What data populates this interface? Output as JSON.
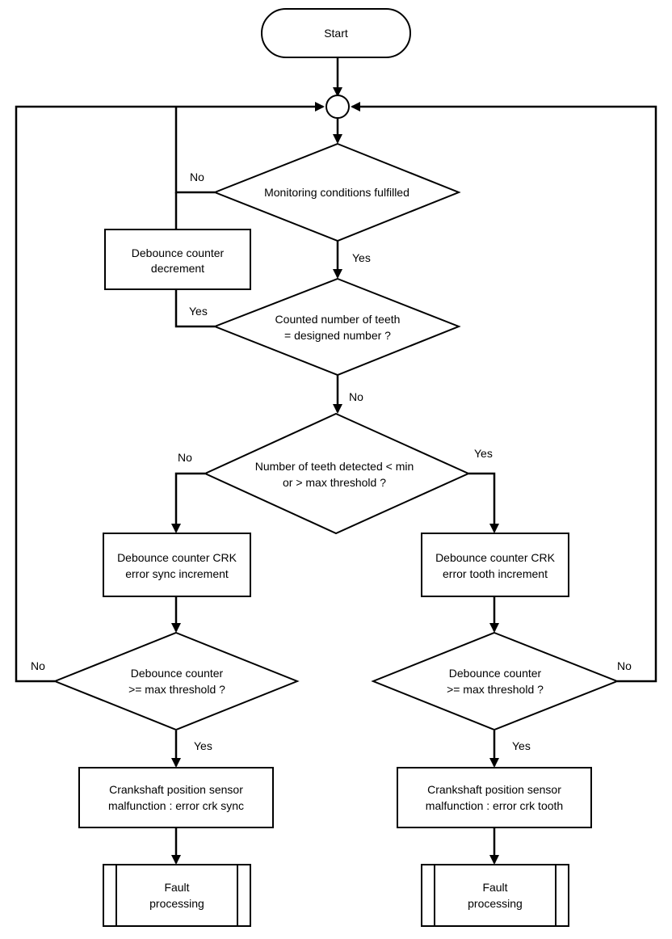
{
  "nodes": {
    "start": "Start",
    "monitoring": "Monitoring conditions fulfilled",
    "decrement": [
      "Debounce counter",
      "decrement"
    ],
    "counted": [
      "Counted number of  teeth",
      "= designed number ?"
    ],
    "threshold": [
      "Number of teeth detected < min",
      "or > max threshold ?"
    ],
    "sync_increment": [
      "Debounce counter CRK",
      "error sync increment"
    ],
    "tooth_increment": [
      "Debounce counter CRK",
      "error tooth increment"
    ],
    "sync_check": [
      "Debounce counter",
      ">= max threshold ?"
    ],
    "tooth_check": [
      "Debounce counter",
      ">= max threshold ?"
    ],
    "sync_error": [
      "Crankshaft position sensor",
      "malfunction : error crk sync"
    ],
    "tooth_error": [
      "Crankshaft position sensor",
      "malfunction : error crk tooth"
    ],
    "fault_left": [
      "Fault",
      "processing"
    ],
    "fault_right": [
      "Fault",
      "processing"
    ]
  },
  "edges": {
    "monitoring_no": "No",
    "monitoring_yes": "Yes",
    "counted_yes": "Yes",
    "counted_no": "No",
    "threshold_no": "No",
    "threshold_yes": "Yes",
    "sync_check_no": "No",
    "sync_check_yes": "Yes",
    "tooth_check_no": "No",
    "tooth_check_yes": "Yes"
  }
}
